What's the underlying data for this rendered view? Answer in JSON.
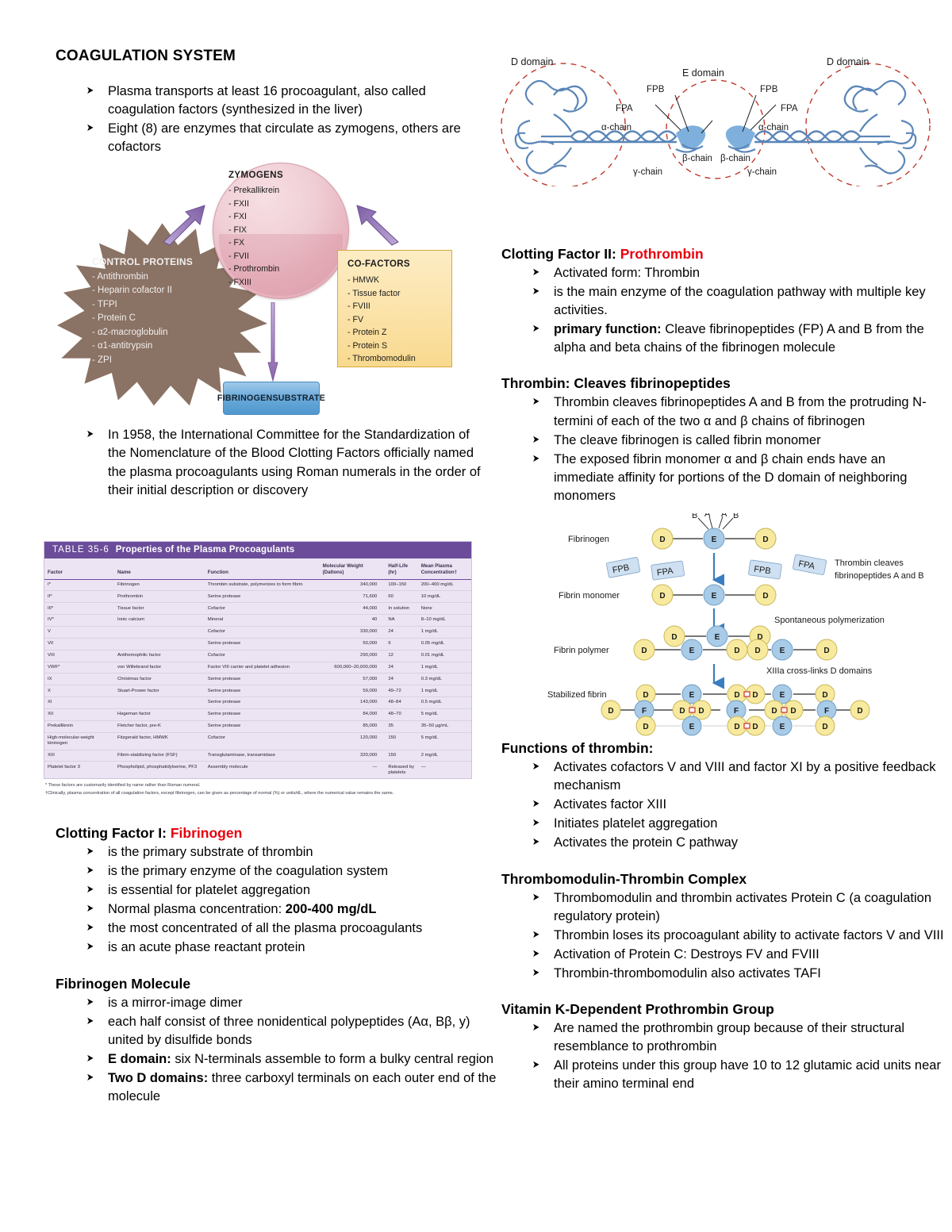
{
  "document": {
    "title": "COAGULATION SYSTEM"
  },
  "intro": {
    "bullets": [
      "Plasma transports at least 16 procoagulant, also called coagulation factors (synthesized in the liver)",
      "Eight (8) are enzymes that circulate as zymogens, others are cofactors"
    ],
    "after_diagram_bullet": "In 1958, the International Committee for the Standardization of the Nomenclature of the Blood Clotting Factors officially named the plasma procoagulants using Roman numerals in the order of their initial description or discovery"
  },
  "zymogen_diagram": {
    "zymogens": {
      "title": "ZYMOGENS",
      "items": [
        "- Prekallikrein",
        "- FXII",
        "- FXI",
        "- FIX",
        "- FX",
        "- FVII",
        "- Prothrombin",
        "- FXIII"
      ]
    },
    "control_proteins": {
      "title": "CONTROL PROTEINS",
      "items": [
        "- Antithrombin",
        "- Heparin cofactor II",
        "- TFPI",
        "- Protein C",
        "- α2-macroglobulin",
        "- α1-antitrypsin",
        "- ZPI"
      ]
    },
    "cofactors": {
      "title": "CO-FACTORS",
      "items": [
        "- HMWK",
        "- Tissue factor",
        "- FVIII",
        "- FV",
        "- Protein Z",
        "- Protein S",
        "- Thrombomodulin"
      ]
    },
    "substrate": {
      "line1": "FIBRINOGEN",
      "line2": "SUBSTRATE"
    }
  },
  "table": {
    "label": "TABLE 35-6",
    "title": "Properties of the Plasma Procoagulants",
    "headers": [
      "Factor",
      "Name",
      "Function",
      "Molecular Weight (Daltons)",
      "Half-Life (hr)",
      "Mean Plasma Concentration†"
    ],
    "rows": [
      [
        "I*",
        "Fibrinogen",
        "Thrombin substrate, polymerizes to form fibrin",
        "340,000",
        "100–150",
        "200–400 mg/dL"
      ],
      [
        "II*",
        "Prothrombin",
        "Serine protease",
        "71,600",
        "60",
        "10 mg/dL"
      ],
      [
        "III*",
        "Tissue factor",
        "Cofactor",
        "44,000",
        "In solution",
        "None"
      ],
      [
        "IV*",
        "Ionic calcium",
        "Mineral",
        "40",
        "NA",
        "8–10 mg/dL"
      ],
      [
        "V",
        "",
        "Cofactor",
        "330,000",
        "24",
        "1 mg/dL"
      ],
      [
        "VII",
        "",
        "Serine protease",
        "50,000",
        "6",
        "0.05 mg/dL"
      ],
      [
        "VIII",
        "Antihemophilic factor",
        "Cofactor",
        "290,000",
        "12",
        "0.01 mg/dL"
      ],
      [
        "VWF*",
        "von Willebrand factor",
        "Factor VIII carrier and platelet adhesion",
        "600,000–20,000,000",
        "24",
        "1 mg/dL"
      ],
      [
        "IX",
        "Christmas factor",
        "Serine protease",
        "57,000",
        "24",
        "0.3 mg/dL"
      ],
      [
        "X",
        "Stuart-Prower factor",
        "Serine protease",
        "59,000",
        "49–72",
        "1 mg/dL"
      ],
      [
        "XI",
        "",
        "Serine protease",
        "143,000",
        "48–84",
        "0.5 mg/dL"
      ],
      [
        "XII",
        "Hageman factor",
        "Serine protease",
        "84,000",
        "48–70",
        "5 mg/dL"
      ],
      [
        "Prekallikrein",
        "Fletcher factor, pre-K",
        "Serine protease",
        "85,000",
        "35",
        "35–50 µg/mL"
      ],
      [
        "High-molecular-weight kininogen",
        "Fitzgerald factor, HMWK",
        "Cofactor",
        "120,000",
        "150",
        "5 mg/dL"
      ],
      [
        "XIII",
        "Fibrin-stabilizing factor (FSF)",
        "Transglutaminase, transamidase",
        "320,000",
        "150",
        "2 mg/dL"
      ],
      [
        "Platelet factor 3",
        "Phospholipid, phosphatidylserine, PF3",
        "Assembly molecule",
        "—",
        "Released by platelets",
        "—"
      ]
    ],
    "footnotes": [
      "* These factors are customarily identified by name rather than Roman numeral.",
      "†Clinically, plasma concentration of all coagulation factors, except fibrinogen, can be given as percentage of normal (%) or units/dL, where the numerical value remains the same."
    ]
  },
  "factor_i": {
    "heading_plain": "Clotting Factor I",
    "heading_sep": ": ",
    "heading_accent": "Fibrinogen",
    "bullets": [
      "is the primary substrate of thrombin",
      "is the primary enzyme of the coagulation system",
      "is essential for platelet aggregation",
      "the most concentrated of all the plasma procoagulants",
      "is an acute phase reactant protein"
    ],
    "concentration_bullet_prefix": "Normal plasma concentration: ",
    "concentration_bullet_value": "200-400 mg/dL"
  },
  "fibrinogen_molecule": {
    "heading": "Fibrinogen Molecule",
    "bullets": [
      "is a mirror-image dimer",
      "each half consist of three nonidentical polypeptides (Aα, Bβ, y) united by disulfide bonds"
    ],
    "bold_bullets": [
      {
        "bold": "E domain:",
        "rest": " six N-terminals assemble to form a bulky central region"
      },
      {
        "bold": "Two D domains:",
        "rest": " three carboxyl terminals on each outer end of the molecule"
      }
    ]
  },
  "fibrinogen_diagram": {
    "labels": {
      "d_domain_left": "D domain",
      "e_domain": "E domain",
      "d_domain_right": "D domain",
      "fpb_left": "FPB",
      "fpa_left": "FPA",
      "alpha_left": "α-chain",
      "beta_left": "β-chain",
      "gamma_left": "γ-chain",
      "fpb_right": "FPB",
      "fpa_right": "FPA",
      "alpha_right": "α-chain",
      "beta_right": "β-chain",
      "gamma_right": "γ-chain"
    }
  },
  "factor_ii": {
    "heading_plain": "Clotting Factor II",
    "heading_sep": ": ",
    "heading_accent": "Prothrombin",
    "bullets": [
      "Activated form: Thrombin",
      "is the main enzyme of the coagulation pathway with multiple key activities."
    ],
    "bold_bullets": [
      {
        "bold": "primary function:",
        "rest": " Cleave fibrinopeptides (FP) A and B from the alpha and beta chains of the fibrinogen molecule"
      }
    ]
  },
  "thrombin_cleaves": {
    "heading": "Thrombin: Cleaves fibrinopeptides",
    "bullets": [
      "Thrombin cleaves fibrinopeptides A and B from the protruding N-termini of each of the two α and β chains of fibrinogen",
      "The cleave fibrinogen is called fibrin monomer",
      "The exposed fibrin monomer α and β chain ends have an immediate affinity for portions of the D domain of neighboring monomers"
    ]
  },
  "polymerization_diagram": {
    "row_labels": [
      "Fibrinogen",
      "Fibrin monomer",
      "Fibrin polymer",
      "Stabilized fibrin"
    ],
    "annotations": [
      "Thrombin cleaves fibrinopeptides A and B",
      "Spontaneous polymerization",
      "XIIIa cross-links D domains"
    ],
    "top_letters": [
      "B",
      "A",
      "A",
      "B"
    ],
    "chips": [
      "FPB",
      "FPA",
      "FPB",
      "FPA"
    ],
    "node_d": "D",
    "node_e": "E"
  },
  "functions_of_thrombin": {
    "heading": "Functions of thrombin:",
    "bullets": [
      "Activates cofactors V and VIII and factor XI by a positive feedback mechanism",
      "Activates factor XIII",
      "Initiates platelet aggregation",
      "Activates the protein C pathway"
    ]
  },
  "thrombomodulin": {
    "heading": "Thrombomodulin-Thrombin Complex",
    "bullets": [
      "Thrombomodulin and thrombin activates Protein C (a coagulation regulatory protein)",
      "Thrombin loses its procoagulant ability to activate factors V and VIII",
      "Activation of Protein C: Destroys FV and FVIII",
      "Thrombin-thrombomodulin also activates TAFI"
    ]
  },
  "vitamin_k": {
    "heading": "Vitamin K-Dependent Prothrombin Group",
    "bullets": [
      "Are named the prothrombin group because of their structural resemblance to prothrombin",
      "All proteins under this group have 10 to 12 glutamic acid units near their amino terminal end"
    ]
  },
  "colors": {
    "accent_red": "#e8000d",
    "table_header_purple": "#6b4c9a",
    "table_body_lavender": "#ece4f2",
    "burst_brown": "#8a7264",
    "zymogen_pink": "#e8b7c1",
    "cofactor_yellow": "#fbe2a8",
    "substrate_blue": "#6aaada",
    "fibrin_blue": "#5b86b8",
    "domain_dashed_red": "#c0392b"
  }
}
